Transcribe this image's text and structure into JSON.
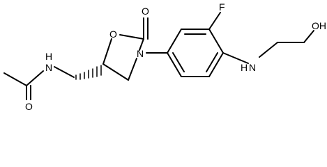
{
  "molecule": {
    "atoms": {
      "acetyl_o": "O",
      "amide_n": "N",
      "amide_h": "H",
      "ring_o": "O",
      "carbonyl_o": "O",
      "ring_n": "N",
      "fluorine": "F",
      "amine_n": "N",
      "amine_h": "H",
      "hydroxyl": "OH"
    }
  },
  "colors": {
    "bond": "#000000",
    "label": "#000000",
    "background": "#ffffff"
  }
}
